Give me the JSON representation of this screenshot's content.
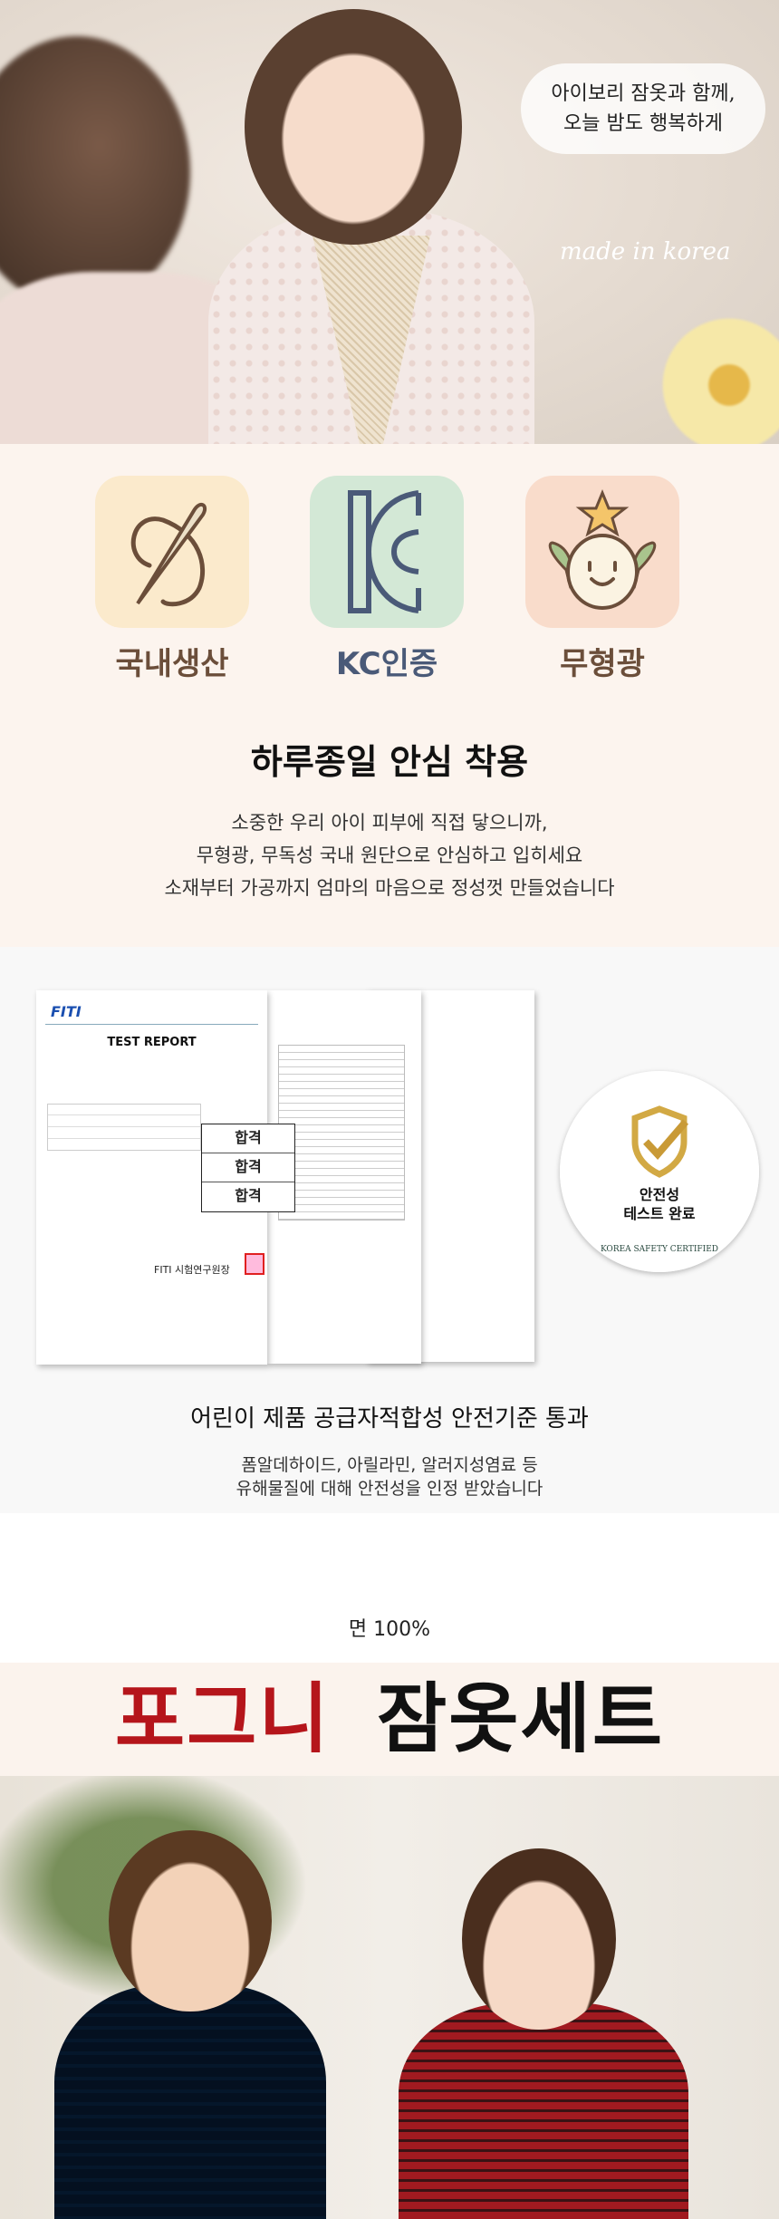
{
  "hero": {
    "speech_line1": "아이보리 잠옷과 함께,",
    "speech_line2": "오늘 밤도 행복하게",
    "made_in": "made in korea"
  },
  "features": [
    {
      "label": "국내생산",
      "icon": "needle-thread-icon",
      "bg": "#fbeacc",
      "color": "#6b4e3a"
    },
    {
      "label": "KC인증",
      "icon": "kc-mark-icon",
      "bg": "#d3e8d6",
      "color": "#4a5a78"
    },
    {
      "label": "무형광",
      "icon": "smiley-sprout-icon",
      "bg": "#f9dccb",
      "color": "#6b4e3a"
    }
  ],
  "comfort": {
    "title": "하루종일 안심 착용",
    "lines": [
      "소중한 우리 아이 피부에 직접 닿으니까,",
      "무형광, 무독성 국내 원단으로 안심하고 입히세요",
      "소재부터 가공까지 엄마의 마음으로 정성껏 만들었습니다"
    ]
  },
  "certificate": {
    "report_logo": "FITI",
    "report_title": "TEST REPORT",
    "report_issuer": "FITI 시험연구원장",
    "result_labels": [
      "합격",
      "합격",
      "합격"
    ],
    "badge_line1": "안전성",
    "badge_line2": "테스트 완료",
    "badge_ring": "KOREA SAFETY CERTIFIED",
    "title": "어린이 제품 공급자적합성 안전기준 통과",
    "lines": [
      "폼알데하이드, 아릴라민, 알러지성염료 등",
      "유해물질에 대해 안전성을 인정 받았습니다"
    ]
  },
  "product": {
    "material": "면 100%",
    "name_red": "포그니",
    "name_black": "잠옷세트",
    "accent": "#b5151b"
  }
}
